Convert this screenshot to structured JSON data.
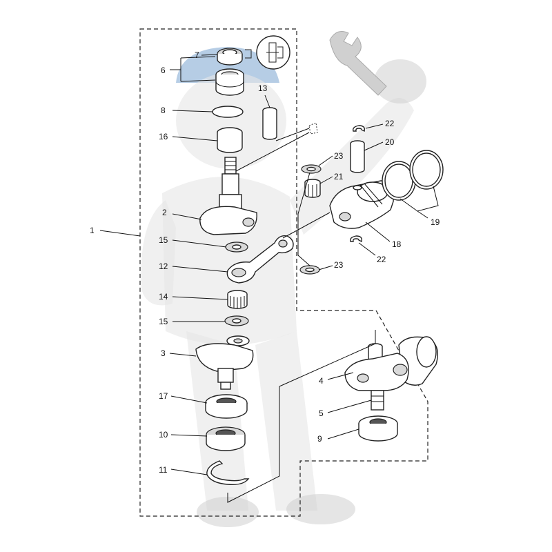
{
  "diagram": {
    "colors": {
      "line": "#222222",
      "watermark": "#cfcfcf",
      "watermark_accent": "#2f6fb5"
    },
    "callouts": [
      {
        "id": "1",
        "text": "1"
      },
      {
        "id": "2",
        "text": "2"
      },
      {
        "id": "3",
        "text": "3"
      },
      {
        "id": "4",
        "text": "4"
      },
      {
        "id": "5",
        "text": "5"
      },
      {
        "id": "6",
        "text": "6"
      },
      {
        "id": "7",
        "text": "7"
      },
      {
        "id": "8",
        "text": "8"
      },
      {
        "id": "9",
        "text": "9"
      },
      {
        "id": "10",
        "text": "10"
      },
      {
        "id": "11",
        "text": "11"
      },
      {
        "id": "12",
        "text": "12"
      },
      {
        "id": "13",
        "text": "13"
      },
      {
        "id": "14",
        "text": "14"
      },
      {
        "id": "15a",
        "text": "15"
      },
      {
        "id": "15b",
        "text": "15"
      },
      {
        "id": "16",
        "text": "16"
      },
      {
        "id": "17",
        "text": "17"
      },
      {
        "id": "18",
        "text": "18"
      },
      {
        "id": "19",
        "text": "19"
      },
      {
        "id": "20",
        "text": "20"
      },
      {
        "id": "21",
        "text": "21"
      },
      {
        "id": "22a",
        "text": "22"
      },
      {
        "id": "22b",
        "text": "22"
      },
      {
        "id": "23a",
        "text": "23"
      },
      {
        "id": "23b",
        "text": "23"
      }
    ],
    "icons": [
      "wrench-icon",
      "mascot-watermark",
      "seal-detail-icon"
    ]
  }
}
